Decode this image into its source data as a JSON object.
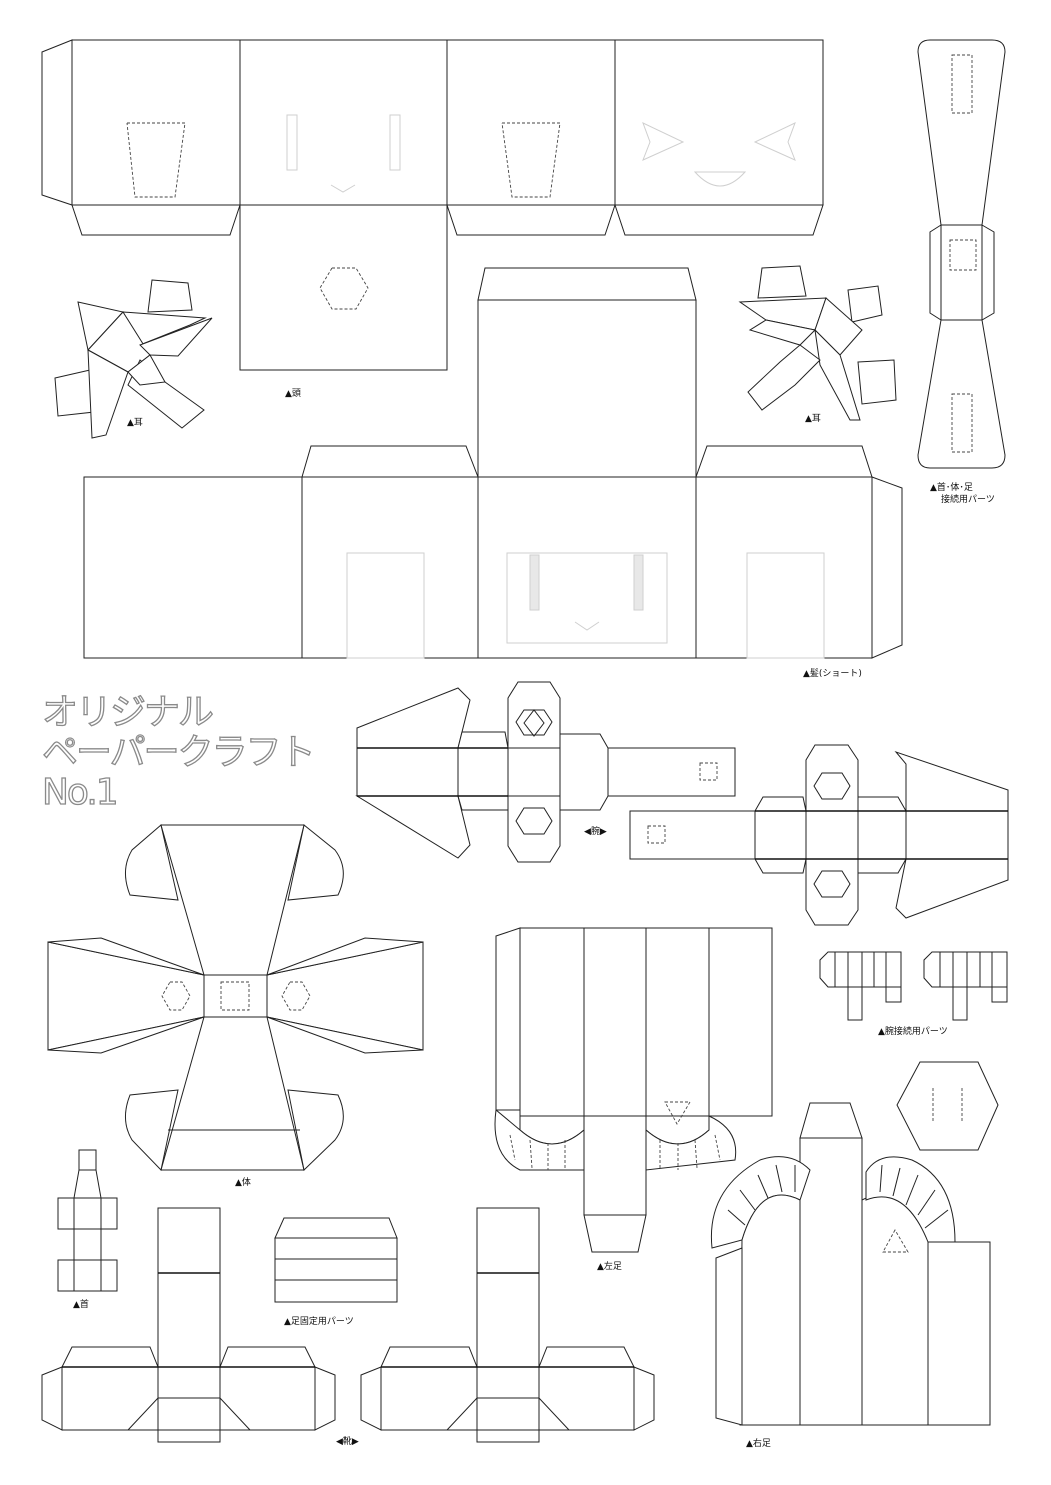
{
  "title": {
    "line1": "オリジナル",
    "line2": "ペーパークラフト",
    "line3": "No.1"
  },
  "labels": {
    "head": "▲頭",
    "ear_left": "▲耳",
    "ear_right": "▲耳",
    "connector": "▲首･体･足",
    "connector_2": "接続用パーツ",
    "hair": "▲髪(ショート)",
    "arm": "◀腕▶",
    "arm_connector": "▲腕接続用パーツ",
    "body": "▲体",
    "left_leg": "▲左足",
    "neck": "▲首",
    "leg_fixing": "▲足固定用パーツ",
    "shoes": "◀靴▶",
    "right_leg": "▲右足"
  }
}
